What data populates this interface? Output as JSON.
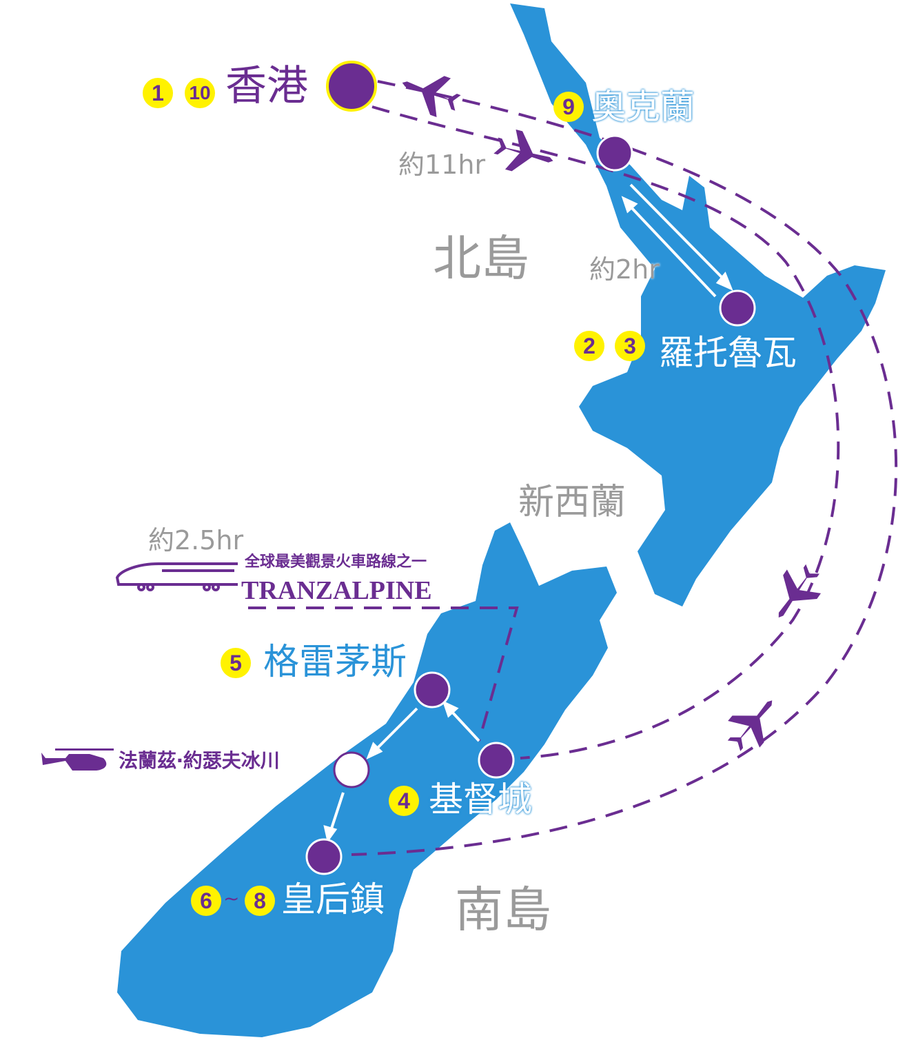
{
  "colors": {
    "land": "#2a93d8",
    "route": "#6a2d91",
    "badge": "#fff200",
    "muted": "#9a9a9a"
  },
  "cities": {
    "hongkong": {
      "name": "香港",
      "days": [
        "1",
        "10"
      ]
    },
    "auckland": {
      "name": "奧克蘭",
      "days": [
        "9"
      ]
    },
    "rotorua": {
      "name": "羅托魯瓦",
      "days": [
        "2",
        "3"
      ]
    },
    "greymouth": {
      "name": "格雷茅斯",
      "days": [
        "5"
      ]
    },
    "christchurch": {
      "name": "基督城",
      "days": [
        "4"
      ]
    },
    "queenstown": {
      "name": "皇后鎮",
      "days": [
        "6",
        "8"
      ],
      "range_sep": "~"
    },
    "glacier": {
      "name": "法蘭茲‧約瑟夫冰川"
    }
  },
  "regions": {
    "north": "北島",
    "south": "南島",
    "country": "新西蘭"
  },
  "durations": {
    "flight": "約11hr",
    "drive": "約2hr",
    "train": "約2.5hr"
  },
  "train": {
    "tagline": "全球最美觀景火車路線之一",
    "name": "TRANZALPINE"
  },
  "icons": [
    "plane-icon",
    "train-icon",
    "helicopter-icon"
  ]
}
